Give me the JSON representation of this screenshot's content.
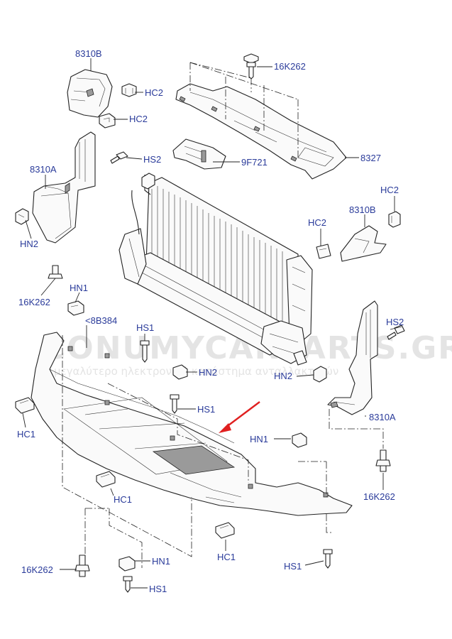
{
  "labels": {
    "l1": "8310B",
    "l2": "HC2",
    "l3": "HC2",
    "l4": "16K262",
    "l5": "8327",
    "l6": "HS2",
    "l7": "9F721",
    "l8": "8310A",
    "l9": "HC2",
    "l10": "8310B",
    "l11": "HC2",
    "l12": "HN2",
    "l13": "16K262",
    "l14": "HN1",
    "l15": "<8B384",
    "l16": "HS1",
    "l17": "HS2",
    "l18": "HN2",
    "l19": "HN2",
    "l20": "HS1",
    "l21": "HC1",
    "l22": "8310A",
    "l23": "HN1",
    "l24": "16K262",
    "l25": "HC1",
    "l26": "HC1",
    "l27": "16K262",
    "l28": "HN1",
    "l29": "HS1",
    "l30": "HS1"
  },
  "watermark": {
    "main": "CONUMYCARPARTS.GR",
    "sub": "ο μεγαλύτερο ηλεκτρονικό κατάστημα ανταλλακτικών"
  },
  "colors": {
    "label": "#2a3b9a",
    "line": "#222222",
    "arrow": "#e02020"
  }
}
